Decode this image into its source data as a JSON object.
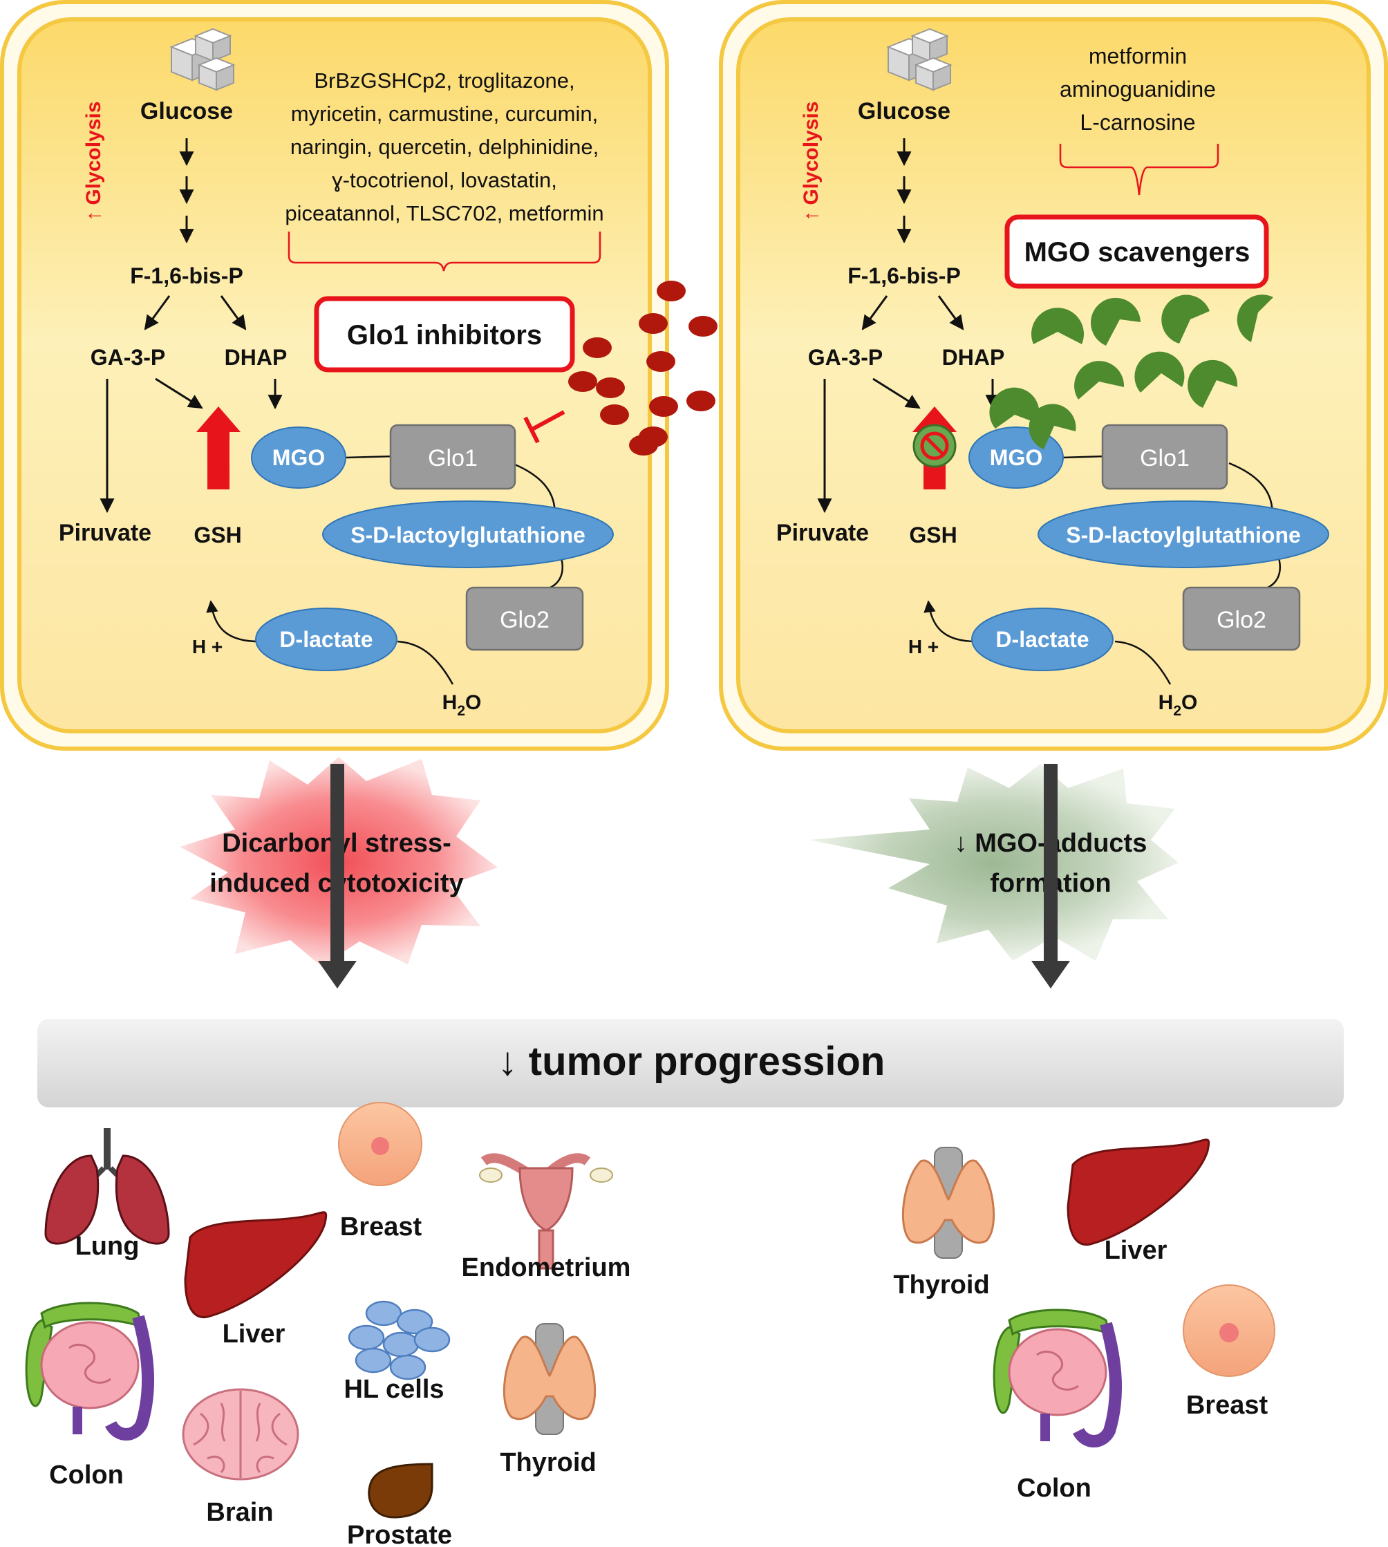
{
  "colors": {
    "cell_fill": "#fde99a",
    "cell_border": "#f5c842",
    "highlight_red": "#e8141b",
    "metabolite_blue": "#5b9bd5",
    "enzyme_gray": "#9b9b9b",
    "inhibitor_dot": "#b0180e",
    "scavenger_green": "#4e8a2e",
    "stress_burst_red": "#f78b8e",
    "adducts_burst_green": "#b9cdb1",
    "banner_gray": "#dcdcdc"
  },
  "left_cell": {
    "glucose": "Glucose",
    "glycolysis": "Glycolysis",
    "f16bp": "F-1,6-bis-P",
    "ga3p": "GA-3-P",
    "dhap": "DHAP",
    "piruvate": "Piruvate",
    "gsh": "GSH",
    "mgo": "MGO",
    "glo1": "Glo1",
    "sdl": "S-D-lactoylglutathione",
    "glo2": "Glo2",
    "dlactate": "D-lactate",
    "hplus": "H +",
    "water_h": "H",
    "water_sub": "2",
    "water_o": "O",
    "drugs": [
      "BrBzGSHCp2, troglitazone,",
      "myricetin, carmustine, curcumin,",
      "naringin, quercetin, delphinidine,",
      "ɣ-tocotrienol, lovastatin,",
      "piceatannol, TLSC702, metformin"
    ],
    "box_label": "Glo1 inhibitors"
  },
  "right_cell": {
    "glucose": "Glucose",
    "glycolysis": "Glycolysis",
    "f16bp": "F-1,6-bis-P",
    "ga3p": "GA-3-P",
    "dhap": "DHAP",
    "piruvate": "Piruvate",
    "gsh": "GSH",
    "mgo": "MGO",
    "glo1": "Glo1",
    "sdl": "S-D-lactoylglutathione",
    "glo2": "Glo2",
    "dlactate": "D-lactate",
    "hplus": "H +",
    "water_h": "H",
    "water_sub": "2",
    "water_o": "O",
    "drugs": [
      "metformin",
      "aminoguanidine",
      "L-carnosine"
    ],
    "box_label": "MGO scavengers"
  },
  "left_burst": [
    "Dicarbonyl stress-",
    "induced cytotoxicity"
  ],
  "right_burst": [
    "↓ MGO-adducts",
    "formation"
  ],
  "banner": "↓ tumor progression",
  "left_organs": {
    "lung": "Lung",
    "liver": "Liver",
    "breast": "Breast",
    "endometrium": "Endometrium",
    "colon": "Colon",
    "hl_cells": "HL cells",
    "brain": "Brain",
    "thyroid": "Thyroid",
    "prostate": "Prostate"
  },
  "right_organs": {
    "thyroid": "Thyroid",
    "liver": "Liver",
    "colon": "Colon",
    "breast": "Breast"
  }
}
